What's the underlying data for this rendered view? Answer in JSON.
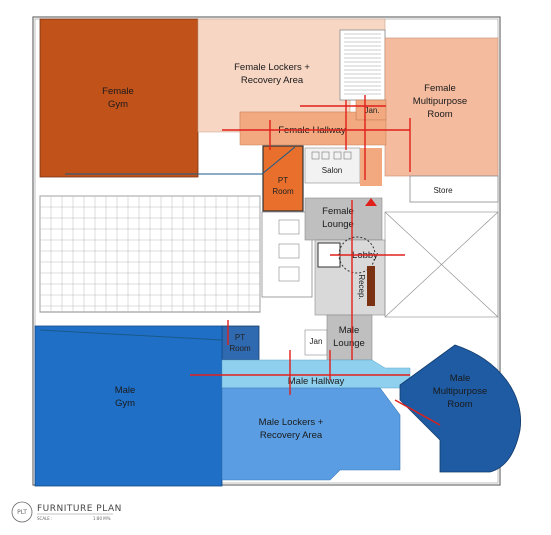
{
  "rooms": {
    "female_gym": {
      "line1": "Female",
      "line2": "Gym",
      "color": "#c1521a"
    },
    "female_lockers": {
      "line1": "Female Lockers +",
      "line2": "Recovery Area",
      "color": "#f8d6c4"
    },
    "female_multipurpose": {
      "line1": "Female",
      "line2": "Multipurpose",
      "line3": "Room",
      "color": "#f4bb9f"
    },
    "jan_female": {
      "label": "Jan."
    },
    "female_hallway": {
      "label": "Female Hallway",
      "color": "#f3a97f"
    },
    "salon": {
      "label": "Salon"
    },
    "pt_room_female": {
      "line1": "PT",
      "line2": "Room",
      "color": "#e8702c"
    },
    "store": {
      "label": "Store"
    },
    "female_lounge": {
      "line1": "Female",
      "line2": "Lounge",
      "color": "#bfbfbf"
    },
    "lobby": {
      "label": "Lobby"
    },
    "recep": {
      "label": "Recep."
    },
    "jan_male": {
      "label": "Jan"
    },
    "male_lounge": {
      "line1": "Male",
      "line2": "Lounge",
      "color": "#bfbfbf"
    },
    "pt_room_male": {
      "line1": "PT",
      "line2": "Room",
      "color": "#2f69b0"
    },
    "male_gym": {
      "line1": "Male",
      "line2": "Gym",
      "color": "#1f6fc6"
    },
    "male_hallway": {
      "label": "Male Hallway",
      "color": "#8fd0ef"
    },
    "male_lockers": {
      "line1": "Male Lockers +",
      "line2": "Recovery Area",
      "color": "#5a9de2"
    },
    "male_multipurpose": {
      "line1": "Male",
      "line2": "Multipurpose",
      "line3": "Room",
      "color": "#1e5ba3"
    }
  },
  "title_block": {
    "badge": "PLT",
    "title": "FURNITURE PLAN",
    "scale_label": "SCALE :",
    "scale_value": "1:80 M%"
  },
  "colors": {
    "accent_red": "#e0201b",
    "wall": "#6d6d6d"
  }
}
